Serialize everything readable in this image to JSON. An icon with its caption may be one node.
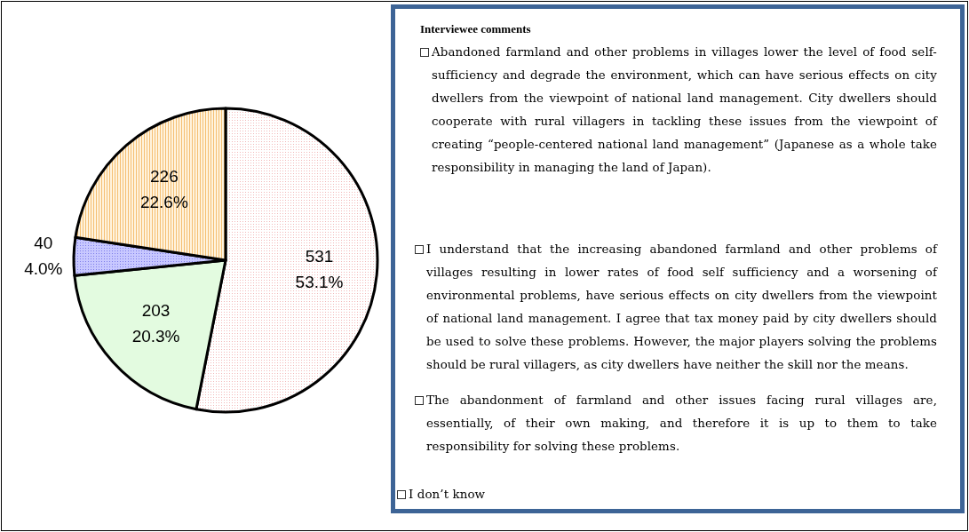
{
  "diagram": {
    "labels": [
      "Interviewee comments"
    ],
    "legend": [
      {
        "text": "Abandoned farmland and other problems in villages lower the level of food self-sufficiency and degrade the environment, which can have serious effects on city dwellers from the viewpoint of national land management. City dwellers should cooperate with rural villagers in tackling these issues from the viewpoint of creating “people-centered national land management” (Japanese as a whole take responsibility in managing the land of Japan)."
      },
      {
        "text": "I understand that the increasing abandoned farmland and other problems of villages resulting in lower rates of food self sufficiency and a worsening of environmental problems, have serious effects on city dwellers from the viewpoint of national land management. I agree that tax money paid by city dwellers should be used to solve these problems. However, the major players solving the problems should be rural villagers, as city dwellers have neither the skill nor the means."
      },
      {
        "text": "The abandonment of farmland and other issues facing rural villages are, essentially, of their own making, and therefore it is up to them to take responsibility for solving these problems."
      },
      {
        "text": "I don’t know"
      }
    ],
    "chart_data": {
      "type": "pie",
      "values": [
        531,
        203,
        40,
        226
      ],
      "data_labels": true,
      "value_labels": [
        "531\n53.1%",
        "203\n20.3%",
        "40\n4.0%",
        "226\n22.6%"
      ]
    }
  }
}
